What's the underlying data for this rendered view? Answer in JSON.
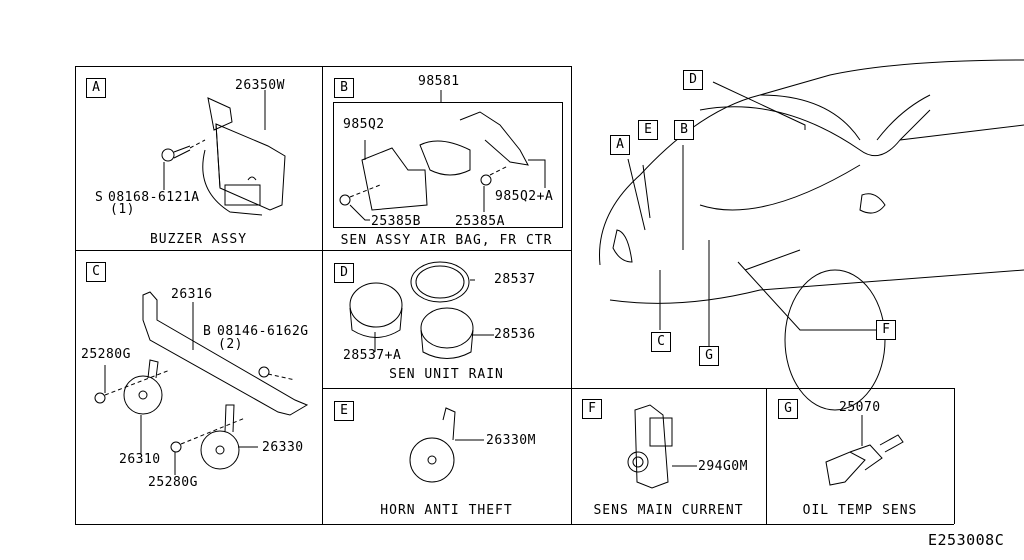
{
  "diagram_code": "E253008C",
  "panels": {
    "A": {
      "letter": "A",
      "caption": "BUZZER ASSY",
      "parts": [
        "26350W",
        "08168-6121A",
        "(1)"
      ],
      "symbol": "S"
    },
    "B": {
      "letter": "B",
      "caption": "SEN ASSY AIR BAG, FR CTR",
      "parts": [
        "98581",
        "985Q2",
        "985Q2+A",
        "25385B",
        "25385A"
      ]
    },
    "C": {
      "letter": "C",
      "parts": [
        "26316",
        "08146-6162G",
        "(2)",
        "25280G",
        "26310",
        "26330",
        "25280G"
      ],
      "symbol": "B"
    },
    "D": {
      "letter": "D",
      "caption": "SEN UNIT RAIN",
      "parts": [
        "28537",
        "28536",
        "28537+A"
      ]
    },
    "E": {
      "letter": "E",
      "caption": "HORN ANTI THEFT",
      "parts": [
        "26330M"
      ]
    },
    "F": {
      "letter": "F",
      "caption": "SENS MAIN CURRENT",
      "parts": [
        "294G0M"
      ]
    },
    "G": {
      "letter": "G",
      "caption": "OIL TEMP SENS",
      "parts": [
        "25070"
      ]
    }
  },
  "vehicle_callouts": [
    "A",
    "E",
    "B",
    "D",
    "C",
    "G",
    "F"
  ]
}
